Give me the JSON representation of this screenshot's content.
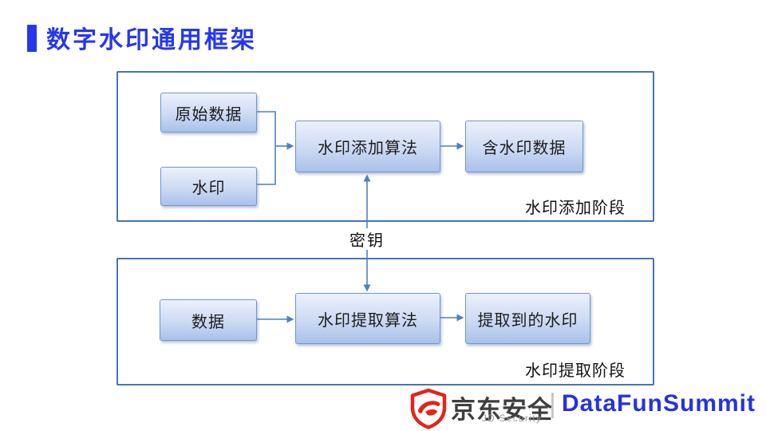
{
  "title": {
    "text": "数字水印通用框架"
  },
  "colors": {
    "accent_blue": "#2737EC",
    "diagram_line": "#4F81BD",
    "container_border": "#4576AD",
    "node_border": "#7396C8",
    "node_fill_top": "#ECF1FC",
    "node_fill_bottom": "#A9C1EA",
    "jd_red": "#E1251B",
    "datafun_blue": "#2434DC"
  },
  "diagram": {
    "stage1": {
      "label": "水印添加阶段",
      "nodes": {
        "original_data": "原始数据",
        "watermark": "水印",
        "embed_algorithm": "水印添加算法",
        "watermarked_data": "含水印数据"
      }
    },
    "key_label": "密钥",
    "stage2": {
      "label": "水印提取阶段",
      "nodes": {
        "data": "数据",
        "extract_algorithm": "水印提取算法",
        "extracted_watermark": "提取到的水印"
      }
    }
  },
  "footer": {
    "brand": "京东安全",
    "brand_sub": "JD Security",
    "separator": "|",
    "event": "DataFunSummit",
    "logo_icon": "shield-icon"
  }
}
